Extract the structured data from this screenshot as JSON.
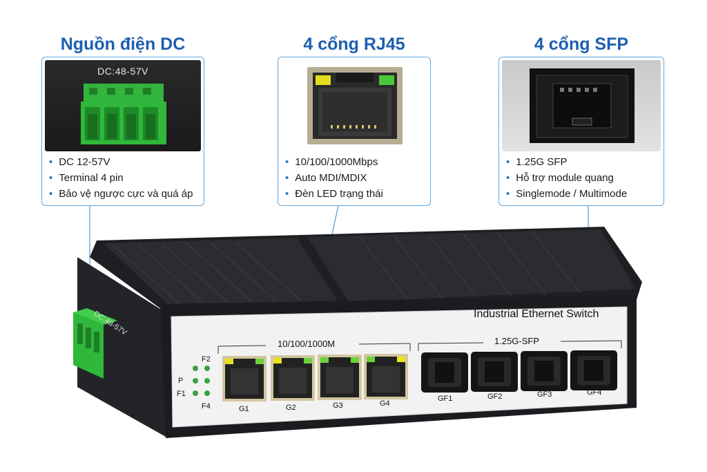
{
  "features": [
    {
      "title": "Nguồn điện DC",
      "image_label": "DC:48-57V",
      "items": [
        "DC 12-57V",
        "Terminal 4 pin",
        "Bảo vệ ngược cực và quá áp"
      ]
    },
    {
      "title": "4 cổng RJ45",
      "items": [
        "10/100/1000Mbps",
        "Auto MDI/MDIX",
        "Đèn LED trạng thái"
      ]
    },
    {
      "title": "4 cổng SFP",
      "items": [
        "1.25G SFP",
        "Hỗ trợ module quang",
        "Singlemode / Multimode"
      ]
    }
  ],
  "device": {
    "name": "Industrial Ethernet Switch",
    "side_label": "DC:48-57V",
    "rj45_group_label": "10/100/1000M",
    "sfp_group_label": "1.25G-SFP",
    "rj45_ports": [
      "G1",
      "G2",
      "G3",
      "G4"
    ],
    "sfp_ports": [
      "GF1",
      "GF2",
      "GF3",
      "GF4"
    ],
    "led_labels": [
      "F2",
      "P",
      "F1",
      "F4"
    ]
  },
  "colors": {
    "title": "#1d5fb0",
    "card_border": "#62a6dc",
    "terminal_green": "#2fb83a",
    "led_green": "#6ad23a",
    "led_yellow": "#e8e21c",
    "chassis": "#1e1f22",
    "faceplate": "#f2f2f2"
  }
}
